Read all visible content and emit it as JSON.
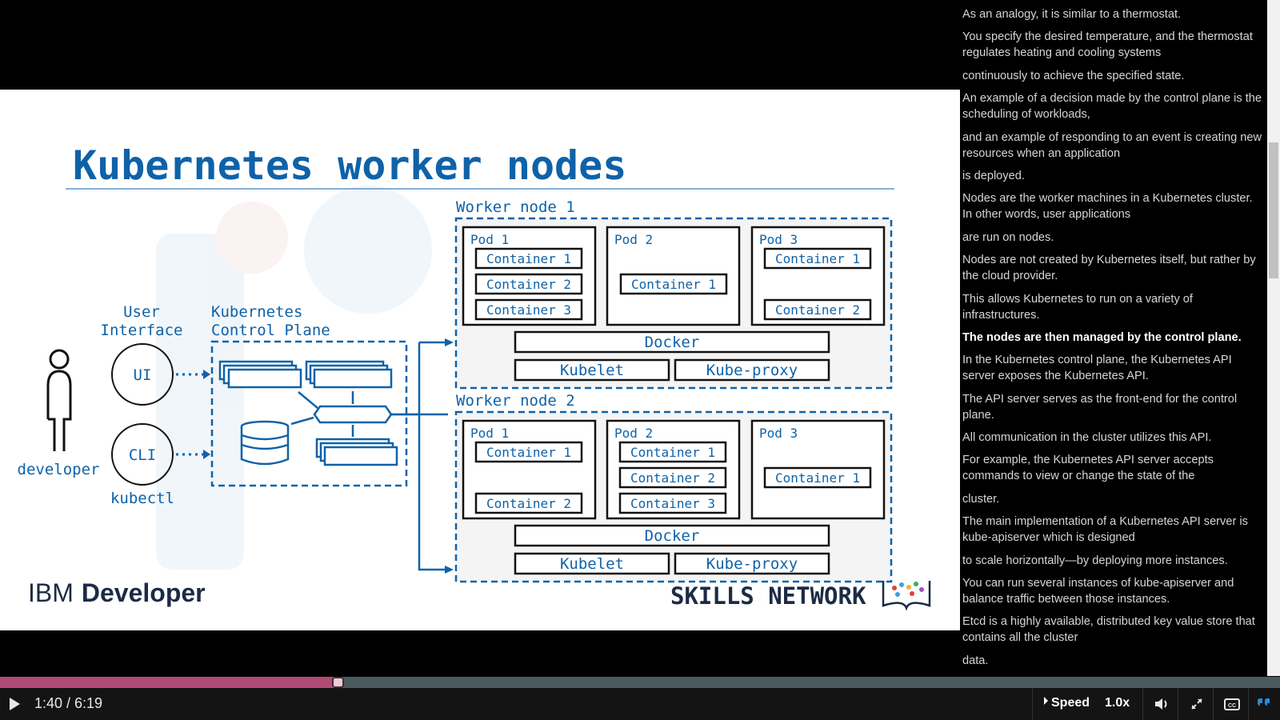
{
  "slide": {
    "title": "Kubernetes worker nodes",
    "developer_label": "developer",
    "user_interface_label_1": "User",
    "user_interface_label_2": "Interface",
    "control_plane_label_1": "Kubernetes",
    "control_plane_label_2": "Control Plane",
    "ui_circle": "UI",
    "cli_circle": "CLI",
    "kubectl_label": "kubectl",
    "worker_node_1": {
      "label": "Worker node 1",
      "pods": [
        {
          "name": "Pod 1",
          "containers": [
            "Container 1",
            "Container 2",
            "Container 3"
          ]
        },
        {
          "name": "Pod 2",
          "containers": [
            "Container 1"
          ]
        },
        {
          "name": "Pod 3",
          "containers": [
            "Container 1",
            "Container 2"
          ]
        }
      ],
      "docker": "Docker",
      "kubelet": "Kubelet",
      "kube_proxy": "Kube-proxy"
    },
    "worker_node_2": {
      "label": "Worker node 2",
      "pods": [
        {
          "name": "Pod 1",
          "containers": [
            "Container 1",
            "Container 2"
          ]
        },
        {
          "name": "Pod 2",
          "containers": [
            "Container 1",
            "Container 2",
            "Container 3"
          ]
        },
        {
          "name": "Pod 3",
          "containers": [
            "Container 1"
          ]
        }
      ],
      "docker": "Docker",
      "kubelet": "Kubelet",
      "kube_proxy": "Kube-proxy"
    },
    "ibm_logo_light": "IBM",
    "ibm_logo_bold": "Developer",
    "skills_network": "SKILLS NETWORK"
  },
  "transcript": [
    "As an analogy, it is similar to a thermostat.",
    "You specify the desired temperature, and the thermostat regulates heating and cooling systems",
    "continuously to achieve the specified state.",
    "An example of a decision made by the control plane is the scheduling of workloads,",
    "and an example of responding to an event is creating new resources when an application",
    "is deployed.",
    "Nodes are the worker machines in a Kubernetes cluster. In other words, user applications",
    "are run on nodes.",
    "Nodes are not created by Kubernetes itself, but rather by the cloud provider.",
    "This allows Kubernetes to run on a variety of infrastructures.",
    "The nodes are then managed by the control plane.",
    "In the Kubernetes control plane, the Kubernetes API server exposes the Kubernetes API.",
    "The API server serves as the front-end for the control plane.",
    "All communication in the cluster utilizes this API.",
    "For example, the Kubernetes API server accepts commands to view or change the state of the",
    "cluster.",
    "The main implementation of a Kubernetes API server is kube-apiserver which is designed",
    "to scale horizontally—by deploying more instances.",
    "You can run several instances of kube-apiserver and balance traffic between those instances.",
    "Etcd is a highly available, distributed key value store that contains all the cluster",
    "data."
  ],
  "transcript_active_index": 10,
  "player": {
    "time_display": "1:40 / 6:19",
    "progress_fraction": 0.264,
    "speed_label": "Speed",
    "speed_value": "1.0x"
  },
  "colors": {
    "slide_blue": "#0f62a8",
    "progress_played": "#b14a75",
    "progress_rest": "#4d5a5d"
  },
  "icons": [
    "play-icon",
    "volume-icon",
    "fullscreen-icon",
    "closed-captions-icon",
    "transcript-icon"
  ]
}
